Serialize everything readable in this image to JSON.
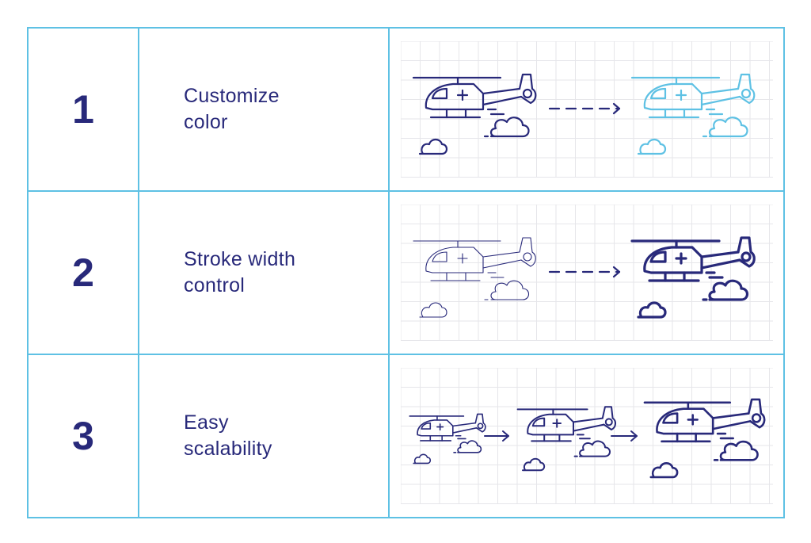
{
  "colors": {
    "border": "#5ec1e4",
    "text": "#28297a",
    "icon_dark": "#28297a",
    "icon_cyan": "#5ec1e4",
    "grid": "#e6e6ea"
  },
  "rows": [
    {
      "number": "1",
      "label_line1": "Customize",
      "label_line2": "color",
      "demo_icon": "helicopter-icon",
      "demo": "color-change"
    },
    {
      "number": "2",
      "label_line1": "Stroke width",
      "label_line2": "control",
      "demo_icon": "helicopter-icon",
      "demo": "stroke-width"
    },
    {
      "number": "3",
      "label_line1": "Easy",
      "label_line2": "scalability",
      "demo_icon": "helicopter-icon",
      "demo": "scale"
    }
  ]
}
